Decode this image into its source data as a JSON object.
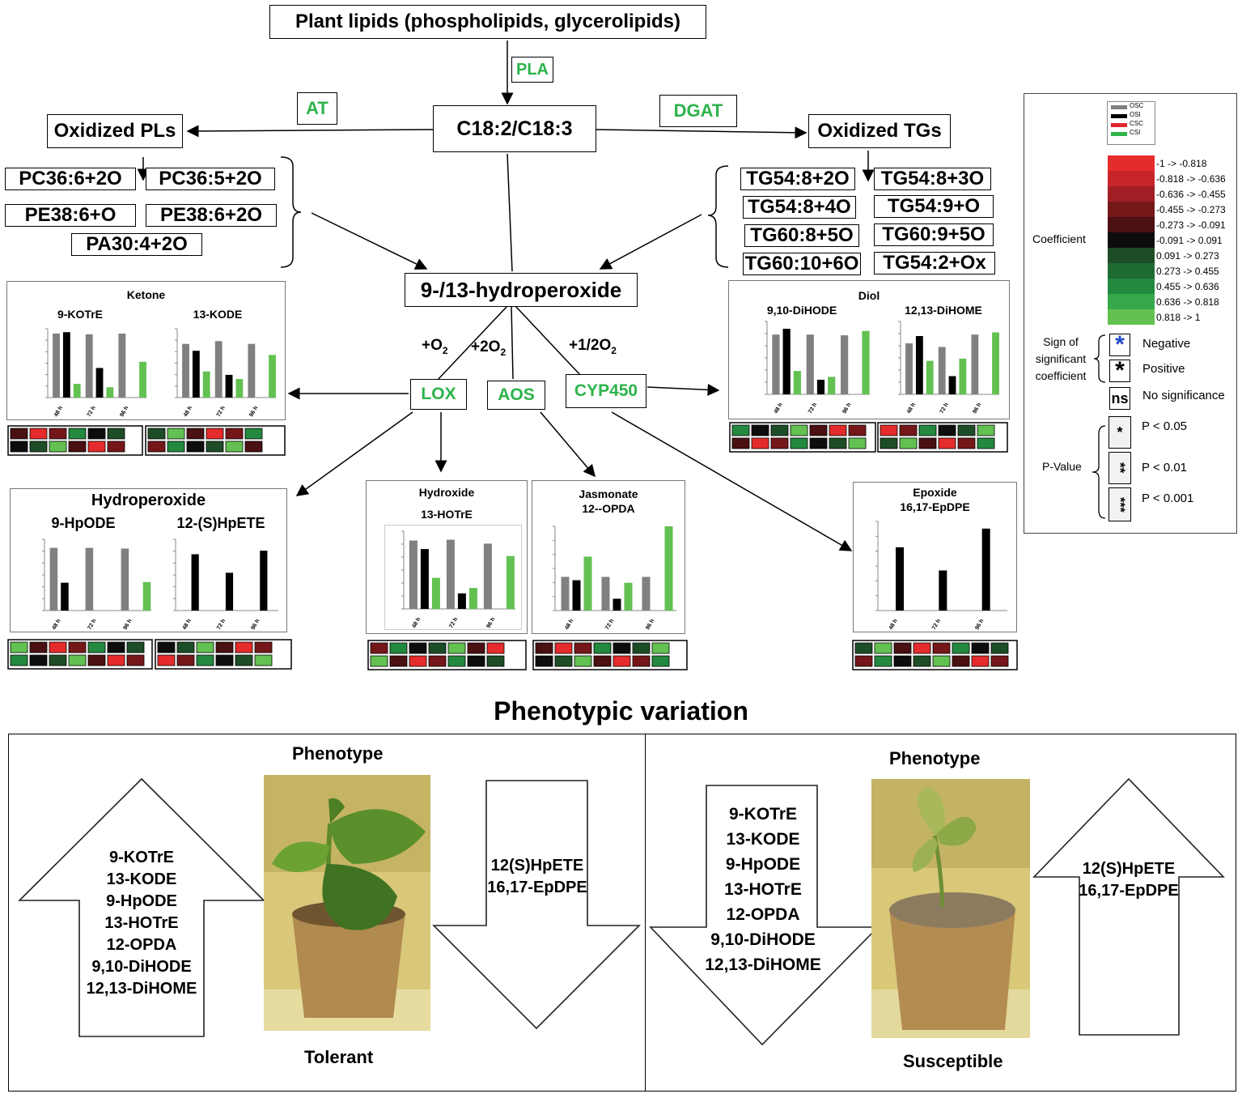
{
  "top_box": "Plant lipids (phospholipids, glycerolipids)",
  "enzymes": {
    "pla": "PLA",
    "at": "AT",
    "dgat": "DGAT",
    "lox": "LOX",
    "aos": "AOS",
    "cyp450": "CYP450"
  },
  "center_box": "C18:2/C18:3",
  "oxidized_pls": "Oxidized PLs",
  "oxidized_tgs": "Oxidized TGs",
  "pl_species": [
    "PC36:6+2O",
    "PC36:5+2O",
    "PE38:6+O",
    "PE38:6+2O",
    "PA30:4+2O"
  ],
  "tg_species": [
    "TG54:8+2O",
    "TG54:8+3O",
    "TG54:8+4O",
    "TG54:9+O",
    "TG60:8+5O",
    "TG60:9+5O",
    "TG60:10+6O",
    "TG54:2+Ox"
  ],
  "hydroperoxide_box": "9-/13-hydroperoxide",
  "reactions": {
    "o2": "+O",
    "two_o2": "+2O",
    "half_o2": "+1/2O",
    "sub": "2"
  },
  "panels": {
    "ketone": {
      "title": "Ketone",
      "left": "9-KOTrE",
      "right": "13-KODE"
    },
    "diol": {
      "title": "Diol",
      "left": "9,10-DiHODE",
      "right": "12,13-DiHOME"
    },
    "hydroperoxide": {
      "title": "Hydroperoxide",
      "left": "9-HpODE",
      "right": "12-(S)HpETE"
    },
    "hydroxide": {
      "title": "Hydroxide",
      "sub": "13-HOTrE"
    },
    "jasmonate": {
      "title": "Jasmonate",
      "sub": "12--OPDA"
    },
    "epoxide": {
      "title": "Epoxide",
      "sub": "16,17-EpDPE"
    }
  },
  "time_ticks": [
    "48 h",
    "72 h",
    "96 h"
  ],
  "legend": {
    "series": [
      "OSC",
      "OSI",
      "CSC",
      "CSI"
    ],
    "series_colors": [
      "#808080",
      "#000000",
      "#e0262b",
      "#2db34a"
    ],
    "coefficient_label": "Coefficient",
    "coefficient_ranges": [
      "-1 -> -0.818",
      "-0.818 -> -0.636",
      "-0.636 -> -0.455",
      "-0.455 -> -0.273",
      "-0.273 -> -0.091",
      "-0.091 -> 0.091",
      "0.091 -> 0.273",
      "0.273 -> 0.455",
      "0.455 -> 0.636",
      "0.636 -> 0.818",
      "0.818 -> 1"
    ],
    "coefficient_colors": [
      "#e52b2b",
      "#c8252a",
      "#a11f24",
      "#751719",
      "#4a1012",
      "#0d0d0d",
      "#1d4d27",
      "#1f6b33",
      "#23893f",
      "#35a84c",
      "#63c152"
    ],
    "sign_label": "Sign of significant coefficient",
    "sign_items": [
      {
        "symbol": "*",
        "label": "Negative"
      },
      {
        "symbol": "*",
        "label": "Positive"
      },
      {
        "symbol": "ns",
        "label": "No significance"
      }
    ],
    "pvalue_label": "P-Value",
    "pvalue_items": [
      {
        "symbol": "*",
        "label": "P < 0.05"
      },
      {
        "symbol": "**",
        "label": "P < 0.01"
      },
      {
        "symbol": "***",
        "label": "P < 0.001"
      }
    ]
  },
  "phenotypic_title": "Phenotypic variation",
  "tolerant": {
    "phenotype": "Phenotype",
    "label": "Tolerant",
    "up_list": [
      "9-KOTrE",
      "13-KODE",
      "9-HpODE",
      "13-HOTrE",
      "12-OPDA",
      "9,10-DiHODE",
      "12,13-DiHOME"
    ],
    "down_list": [
      "12(S)HpETE",
      "16,17-EpDPE"
    ]
  },
  "susceptible": {
    "phenotype": "Phenotype",
    "label": "Susceptible",
    "down_list": [
      "9-KOTrE",
      "13-KODE",
      "9-HpODE",
      "13-HOTrE",
      "12-OPDA",
      "9,10-DiHODE",
      "12,13-DiHOME"
    ],
    "up_list": [
      "12(S)HpETE",
      "16,17-EpDPE"
    ]
  },
  "chart_data": [
    {
      "type": "bar",
      "name": "9-KOTrE",
      "categories": [
        "48 h",
        "72 h",
        "96 h"
      ],
      "series": [
        {
          "values": [
            0.93,
            0.92,
            0.93
          ]
        },
        {
          "values": [
            0.95,
            0.43,
            0
          ]
        },
        {
          "values": [
            0.2,
            0.15,
            0.52
          ]
        }
      ]
    },
    {
      "type": "bar",
      "name": "13-KODE",
      "categories": [
        "48 h",
        "72 h",
        "96 h"
      ],
      "series": [
        {
          "values": [
            0.78,
            0.82,
            0.78
          ]
        },
        {
          "values": [
            0.68,
            0.33,
            0
          ]
        },
        {
          "values": [
            0.38,
            0.27,
            0.62
          ]
        }
      ]
    },
    {
      "type": "bar",
      "name": "9,10-DiHODE",
      "categories": [
        "48 h",
        "72 h",
        "96 h"
      ],
      "series": [
        {
          "values": [
            0.82,
            0.82,
            0.81
          ]
        },
        {
          "values": [
            0.9,
            0.2,
            0
          ]
        },
        {
          "values": [
            0.32,
            0.24,
            0.87
          ]
        }
      ]
    },
    {
      "type": "bar",
      "name": "12,13-DiHOME",
      "categories": [
        "48 h",
        "72 h",
        "96 h"
      ],
      "series": [
        {
          "values": [
            0.7,
            0.65,
            0.82
          ]
        },
        {
          "values": [
            0.8,
            0.25,
            0
          ]
        },
        {
          "values": [
            0.46,
            0.49,
            0.85
          ]
        }
      ]
    },
    {
      "type": "bar",
      "name": "9-HpODE",
      "categories": [
        "48 h",
        "72 h",
        "96 h"
      ],
      "series": [
        {
          "values": [
            0.88,
            0.88,
            0.87
          ]
        },
        {
          "values": [
            0.39,
            0,
            0
          ]
        },
        {
          "values": [
            0,
            0,
            0.4
          ]
        }
      ]
    },
    {
      "type": "bar",
      "name": "12-(S)HpETE",
      "categories": [
        "48 h",
        "72 h",
        "96 h"
      ],
      "series": [
        {
          "values": [
            0,
            0,
            0
          ]
        },
        {
          "values": [
            0.79,
            0.53,
            0.84
          ]
        },
        {
          "values": [
            0,
            0,
            0
          ]
        }
      ]
    },
    {
      "type": "bar",
      "name": "13-HOTrE",
      "categories": [
        "48 h",
        "72 h",
        "96 h"
      ],
      "series": [
        {
          "values": [
            0.88,
            0.89,
            0.84
          ]
        },
        {
          "values": [
            0.77,
            0.2,
            0
          ]
        },
        {
          "values": [
            0.4,
            0.27,
            0.68
          ]
        }
      ]
    },
    {
      "type": "bar",
      "name": "12--OPDA",
      "categories": [
        "48 h",
        "72 h",
        "96 h"
      ],
      "series": [
        {
          "values": [
            0.4,
            0.4,
            0.4
          ]
        },
        {
          "values": [
            0.36,
            0.14,
            0
          ]
        },
        {
          "values": [
            0.64,
            0.33,
            1.0
          ]
        }
      ]
    },
    {
      "type": "bar",
      "name": "16,17-EpDPE",
      "categories": [
        "48 h",
        "72 h",
        "96 h"
      ],
      "series": [
        {
          "values": [
            0,
            0,
            0
          ]
        },
        {
          "values": [
            0.71,
            0.45,
            0.92
          ]
        },
        {
          "values": [
            0,
            0,
            0
          ]
        }
      ]
    }
  ]
}
